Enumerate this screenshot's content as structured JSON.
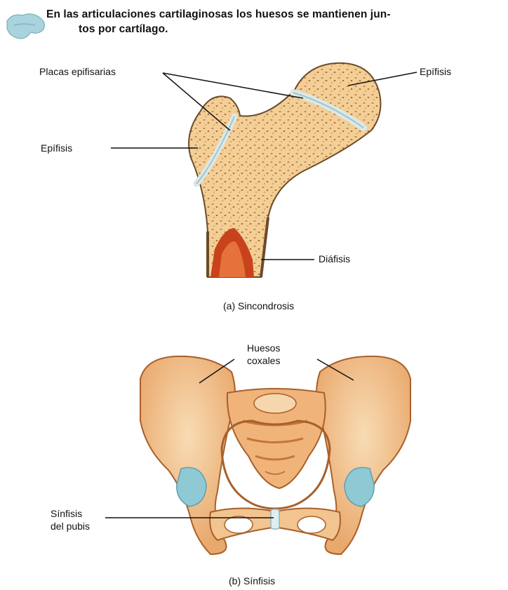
{
  "heading": {
    "line1": "En las articulaciones cartilaginosas los huesos se mantienen jun-",
    "line2": "tos por cartílago."
  },
  "figure_a": {
    "labels": {
      "epiphyseal_plates": "Placas epifisarias",
      "epiphysis_right": "Epífisis",
      "epiphysis_left": "Epífisis",
      "diaphysis": "Diáfisis"
    },
    "caption": "(a) Sincondrosis"
  },
  "figure_b": {
    "labels": {
      "hip_bones_line1": "Huesos",
      "hip_bones_line2": "coxales",
      "pubic_symphysis_line1": "Sínfisis",
      "pubic_symphysis_line2": "del pubis"
    },
    "caption": "(b) Sínfisis"
  },
  "colors": {
    "bone_fill": "#f3cf97",
    "bone_dots": "#b87a3a",
    "cartilage": "#8fc9d4",
    "marrow": "#c8431b",
    "pelvis_fill": "#f2c48f",
    "pelvis_shade": "#dd8f52"
  },
  "icons": [
    "bone-section-icon"
  ]
}
